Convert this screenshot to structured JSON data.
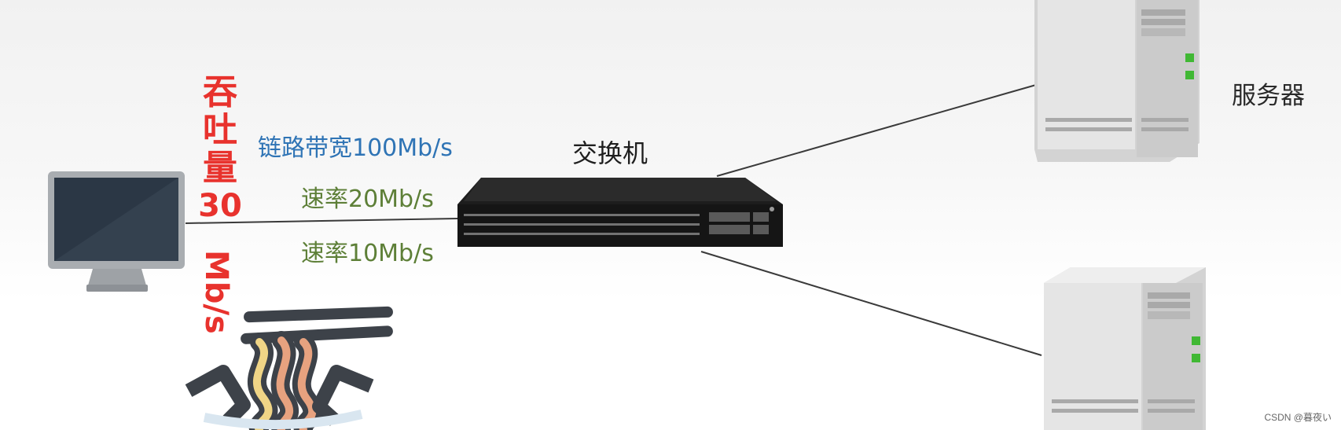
{
  "labels": {
    "switch": "交换机",
    "server": "服务器",
    "bandwidth": "链路带宽100Mb/s",
    "rate_top": "速率20Mb/s",
    "rate_bottom": "速率10Mb/s",
    "throughput_chars": "吞吐量",
    "throughput_number": "30",
    "throughput_unit": "Mb/s"
  },
  "watermark": "CSDN @暮夜い",
  "colors": {
    "bandwidth_text": "#2f74b5",
    "rate_text": "#5d7f37",
    "throughput_text": "#e8322d",
    "link_line": "#3a3a3a"
  },
  "icons": [
    "computer-icon",
    "switch-icon",
    "server-icon",
    "noodles-icon"
  ]
}
